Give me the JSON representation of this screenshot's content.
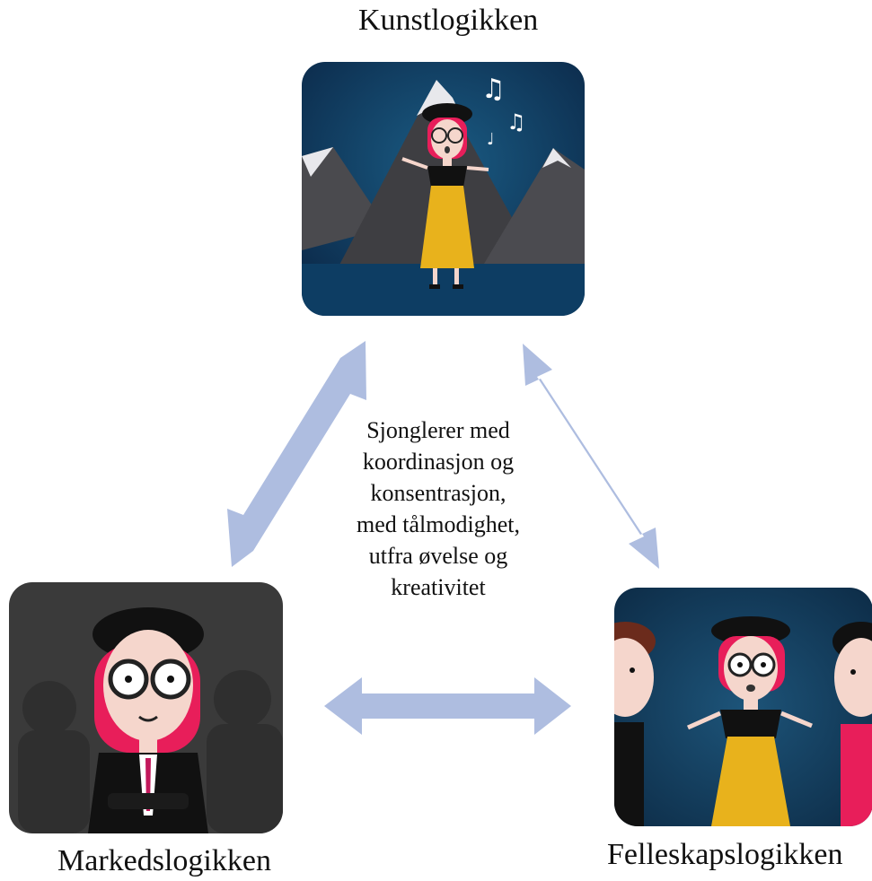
{
  "nodes": {
    "top": {
      "label": "Kunstlogikken"
    },
    "left": {
      "label": "Markedslogikken"
    },
    "right": {
      "label": "Felleskapslogikken"
    }
  },
  "center": {
    "lines": [
      "Sjonglerer med",
      "koordinasjon og",
      "konsentrasjon,",
      "med tålmodighet,",
      "utfra øvelse og",
      "kreativitet"
    ]
  },
  "colors": {
    "arrow": "#aebde0",
    "top_bg": "#0f3a5e",
    "left_bg": "#3a3a3a",
    "right_bg": "#13405f",
    "hair": "#e81e5a",
    "skirt": "#e8b21c"
  },
  "icons": [
    "music-notes-icon",
    "mountain-icon",
    "beret-icon",
    "glasses-icon"
  ]
}
